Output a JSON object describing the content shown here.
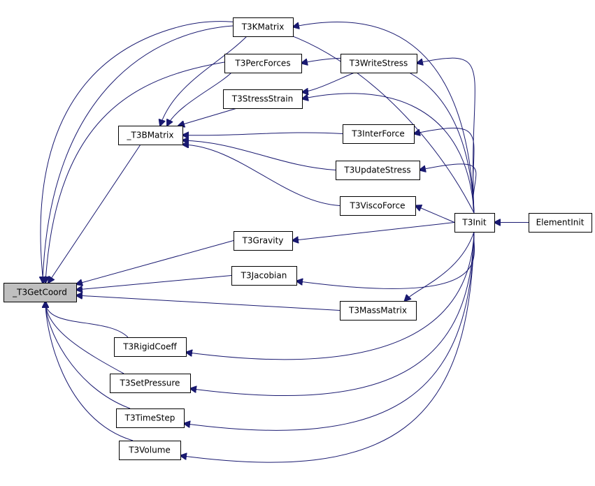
{
  "graph": {
    "nodes": [
      {
        "id": "getcoord",
        "label": "_T3GetCoord",
        "highlight": true
      },
      {
        "id": "bmatrix",
        "label": "_T3BMatrix"
      },
      {
        "id": "kmatrix",
        "label": "T3KMatrix"
      },
      {
        "id": "percforces",
        "label": "T3PercForces"
      },
      {
        "id": "writestress",
        "label": "T3WriteStress"
      },
      {
        "id": "stressstrain",
        "label": "T3StressStrain"
      },
      {
        "id": "interforce",
        "label": "T3InterForce"
      },
      {
        "id": "updatestress",
        "label": "T3UpdateStress"
      },
      {
        "id": "viscoforce",
        "label": "T3ViscoForce"
      },
      {
        "id": "init",
        "label": "T3Init"
      },
      {
        "id": "elementinit",
        "label": "ElementInit"
      },
      {
        "id": "gravity",
        "label": "T3Gravity"
      },
      {
        "id": "jacobian",
        "label": "T3Jacobian"
      },
      {
        "id": "massmatrix",
        "label": "T3MassMatrix"
      },
      {
        "id": "rigidcoeff",
        "label": "T3RigidCoeff"
      },
      {
        "id": "setpressure",
        "label": "T3SetPressure"
      },
      {
        "id": "timestep",
        "label": "T3TimeStep"
      },
      {
        "id": "volume",
        "label": "T3Volume"
      }
    ],
    "edges": [
      {
        "from": "elementinit",
        "to": "init"
      },
      {
        "from": "init",
        "to": "kmatrix"
      },
      {
        "from": "init",
        "to": "percforces"
      },
      {
        "from": "init",
        "to": "writestress"
      },
      {
        "from": "init",
        "to": "stressstrain"
      },
      {
        "from": "init",
        "to": "interforce"
      },
      {
        "from": "init",
        "to": "updatestress"
      },
      {
        "from": "init",
        "to": "viscoforce"
      },
      {
        "from": "init",
        "to": "gravity"
      },
      {
        "from": "init",
        "to": "jacobian"
      },
      {
        "from": "init",
        "to": "massmatrix"
      },
      {
        "from": "init",
        "to": "rigidcoeff"
      },
      {
        "from": "init",
        "to": "setpressure"
      },
      {
        "from": "init",
        "to": "timestep"
      },
      {
        "from": "init",
        "to": "volume"
      },
      {
        "from": "init",
        "to": "getcoord"
      },
      {
        "from": "writestress",
        "to": "stressstrain"
      },
      {
        "from": "kmatrix",
        "to": "bmatrix"
      },
      {
        "from": "percforces",
        "to": "bmatrix"
      },
      {
        "from": "stressstrain",
        "to": "bmatrix"
      },
      {
        "from": "interforce",
        "to": "bmatrix"
      },
      {
        "from": "updatestress",
        "to": "bmatrix"
      },
      {
        "from": "viscoforce",
        "to": "bmatrix"
      },
      {
        "from": "kmatrix",
        "to": "getcoord"
      },
      {
        "from": "percforces",
        "to": "getcoord"
      },
      {
        "from": "bmatrix",
        "to": "getcoord"
      },
      {
        "from": "gravity",
        "to": "getcoord"
      },
      {
        "from": "jacobian",
        "to": "getcoord"
      },
      {
        "from": "massmatrix",
        "to": "getcoord"
      },
      {
        "from": "rigidcoeff",
        "to": "getcoord"
      },
      {
        "from": "setpressure",
        "to": "getcoord"
      },
      {
        "from": "timestep",
        "to": "getcoord"
      },
      {
        "from": "volume",
        "to": "getcoord"
      }
    ]
  },
  "colors": {
    "edge": "#191970",
    "node_fill": "#ffffff",
    "highlight_fill": "#bfbfbf",
    "border": "#000000"
  }
}
